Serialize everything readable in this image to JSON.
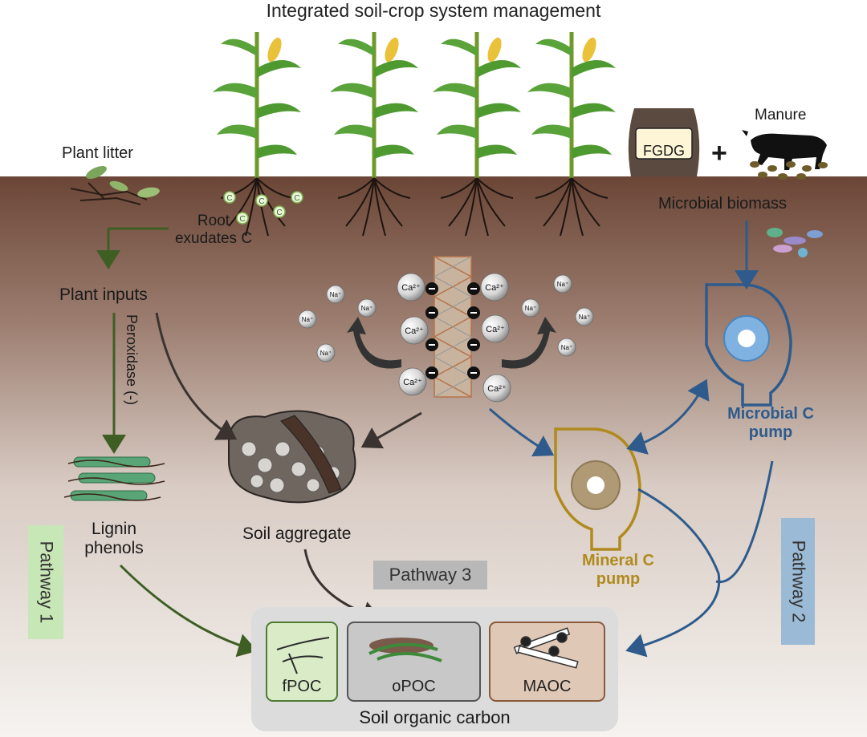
{
  "title": "Integrated soil-crop system management",
  "labels": {
    "plant_litter": "Plant litter",
    "root_exudates_1": "Root",
    "root_exudates_2": "exudates C",
    "plant_inputs": "Plant inputs",
    "peroxidase": "Peroxidase (-)",
    "lignin_1": "Lignin",
    "lignin_2": "phenols",
    "soil_aggregate": "Soil aggregate",
    "fgdg": "FGDG",
    "plus": "+",
    "manure": "Manure",
    "microbial_biomass": "Microbial biomass",
    "microbial_pump_1": "Microbial C",
    "microbial_pump_2": "pump",
    "mineral_pump_1": "Mineral C",
    "mineral_pump_2": "pump",
    "soc": "Soil organic carbon",
    "fpoc": "fPOC",
    "opoc": "oPOC",
    "maoc": "MAOC",
    "root_c": "C",
    "ion_ca": "Ca²⁺",
    "ion_na": "Na⁺"
  },
  "pathways": {
    "p1": "Pathway 1",
    "p2": "Pathway 2",
    "p3": "Pathway 3"
  },
  "colors": {
    "green_arrow": "#3f5e24",
    "dark_arrow": "#3a3330",
    "blue_arrow": "#2e5b8c",
    "mineral_gold": "#b08a1e",
    "pathway1_bg": "#c8e7b6",
    "pathway2_bg": "#9bbad6",
    "pathway3_bg": "#b8b8b8",
    "soil_top": "#6e4a3a",
    "soil_bottom": "#f4f1ee"
  }
}
